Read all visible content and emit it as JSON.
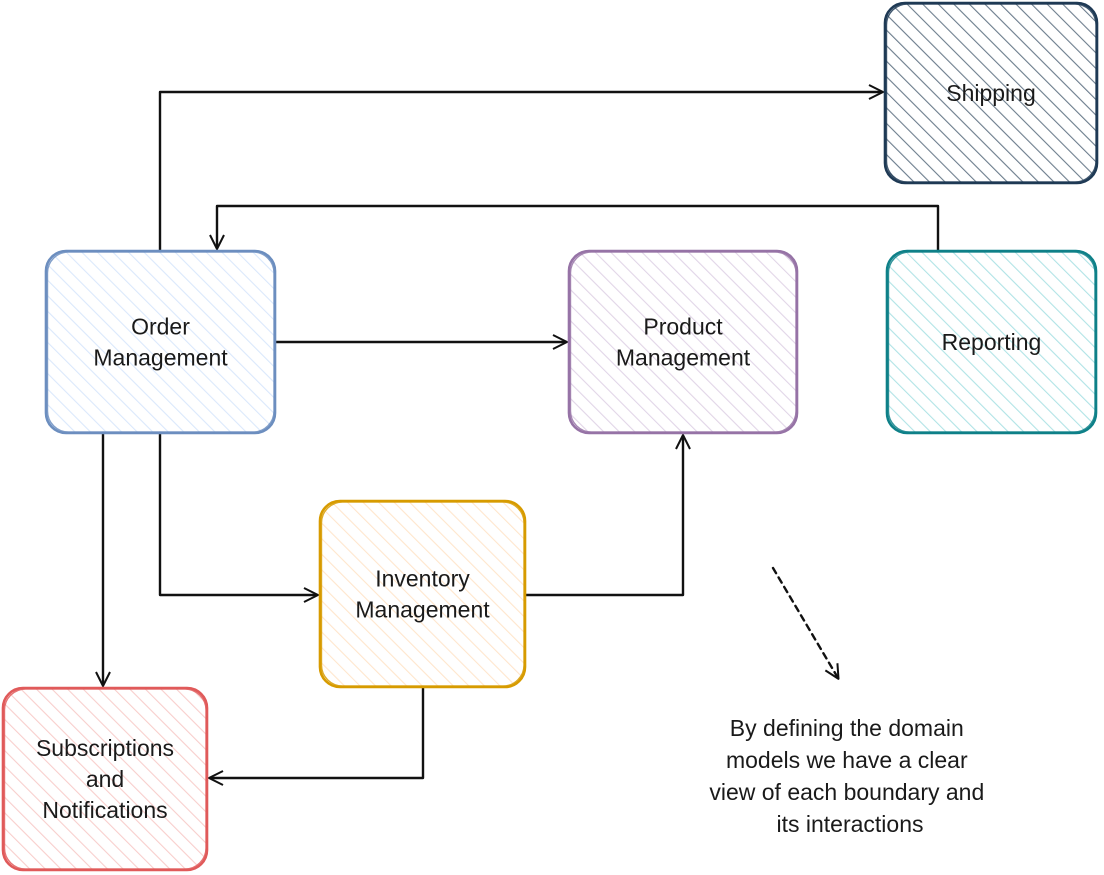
{
  "nodes": [
    {
      "id": "shipping",
      "label": [
        "Shipping"
      ],
      "stroke": "#1f3a55",
      "fill": "#6b7c8c"
    },
    {
      "id": "order-management",
      "label": [
        "Order",
        "Management"
      ],
      "stroke": "#6c8ebf",
      "fill": "#dae8fc"
    },
    {
      "id": "product-management",
      "label": [
        "Product",
        "Management"
      ],
      "stroke": "#9673a6",
      "fill": "#e1d5e7"
    },
    {
      "id": "reporting",
      "label": [
        "Reporting"
      ],
      "stroke": "#0e8088",
      "fill": "#b0e3e6"
    },
    {
      "id": "inventory-management",
      "label": [
        "Inventory",
        "Management"
      ],
      "stroke": "#d79b00",
      "fill": "#ffe6cc"
    },
    {
      "id": "subscriptions-notifications",
      "label": [
        "Subscriptions",
        "and",
        "Notifications"
      ],
      "stroke": "#e05a5a",
      "fill": "#f8cecc"
    }
  ],
  "edges": [
    {
      "id": "order-to-shipping",
      "from": "order-management",
      "to": "shipping"
    },
    {
      "id": "reporting-to-order",
      "from": "reporting",
      "to": "order-management"
    },
    {
      "id": "order-to-product",
      "from": "order-management",
      "to": "product-management"
    },
    {
      "id": "order-to-subscriptions",
      "from": "order-management",
      "to": "subscriptions-notifications"
    },
    {
      "id": "order-to-inventory",
      "from": "order-management",
      "to": "inventory-management"
    },
    {
      "id": "inventory-to-product",
      "from": "inventory-management",
      "to": "product-management"
    },
    {
      "id": "inventory-to-subscriptions",
      "from": "inventory-management",
      "to": "subscriptions-notifications"
    }
  ],
  "note": {
    "lines": [
      "By defining the domain",
      "models we have a clear",
      "view of each boundary and",
      "its interactions"
    ]
  }
}
